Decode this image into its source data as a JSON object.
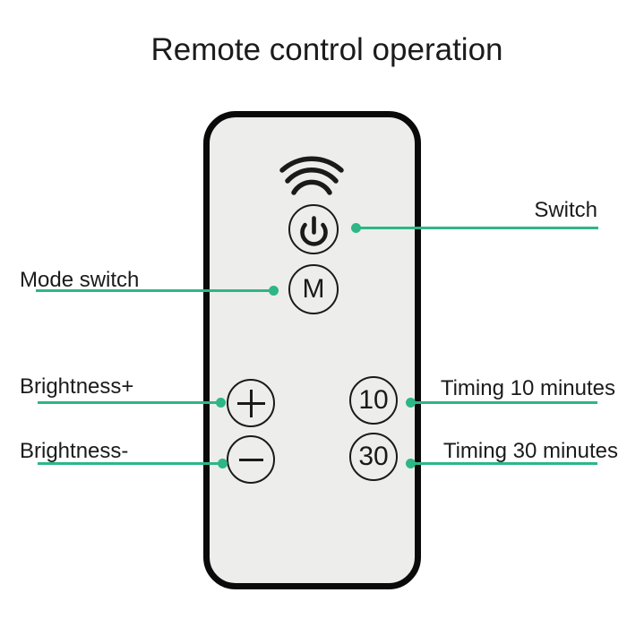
{
  "title": "Remote control operation",
  "colors": {
    "accent_line": "#2db687",
    "remote_body": "#ededeb",
    "outline": "#0a0a0a",
    "button_outline": "#1a1a1a",
    "text": "#1b1b1b",
    "background": "#ffffff"
  },
  "remote": {
    "signal_icon": "wifi-signal-icon",
    "buttons": {
      "power": {
        "icon": "power-icon"
      },
      "mode": {
        "label": "M"
      },
      "brightness_plus": {
        "icon": "plus-icon"
      },
      "brightness_minus": {
        "icon": "minus-icon"
      },
      "timing_10": {
        "label": "10"
      },
      "timing_30": {
        "label": "30"
      }
    }
  },
  "callouts": {
    "switch": {
      "label": "Switch",
      "side": "right"
    },
    "mode_switch": {
      "label": "Mode switch",
      "side": "left"
    },
    "brightness_plus": {
      "label": "Brightness+",
      "side": "left"
    },
    "brightness_minus": {
      "label": "Brightness-",
      "side": "left"
    },
    "timing_10": {
      "label": "Timing 10 minutes",
      "side": "right"
    },
    "timing_30": {
      "label": "Timing 30 minutes",
      "side": "right"
    }
  }
}
